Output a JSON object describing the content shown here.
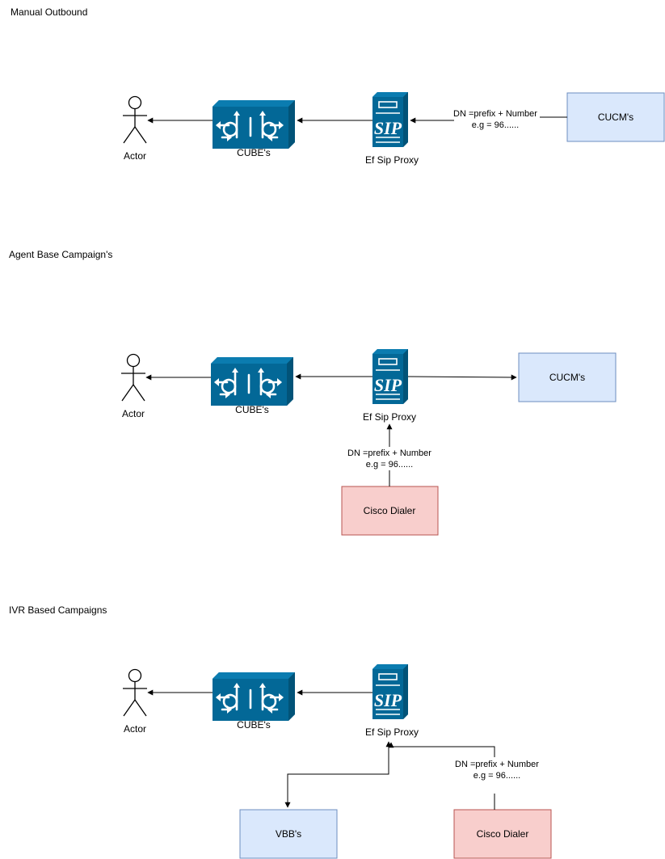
{
  "sections": [
    {
      "title": "Manual Outbound",
      "actor_label": "Actor",
      "cube_label": "CUBE's",
      "proxy_label": "Ef Sip Proxy",
      "cucm_label": "CUCM's",
      "edge_label_line1": "DN =prefix + Number",
      "edge_label_line2": "e.g = 96......"
    },
    {
      "title": "Agent Base Campaign's",
      "actor_label": "Actor",
      "cube_label": "CUBE's",
      "proxy_label": "Ef Sip Proxy",
      "cucm_label": "CUCM's",
      "dialer_label": "Cisco Dialer",
      "edge_label_line1": "DN =prefix + Number",
      "edge_label_line2": "e.g = 96......"
    },
    {
      "title": "IVR  Based Campaigns",
      "actor_label": "Actor",
      "cube_label": "CUBE's",
      "proxy_label": "Ef Sip Proxy",
      "vbb_label": "VBB's",
      "dialer_label": "Cisco Dialer",
      "edge_label_line1": "DN =prefix + Number",
      "edge_label_line2": "e.g = 96......"
    }
  ],
  "colors": {
    "cisco_blue": "#036897",
    "blue_box_fill": "#dae8fc",
    "blue_box_stroke": "#6c8ebf",
    "red_box_fill": "#f8cecc",
    "red_box_stroke": "#b85450"
  },
  "icons": [
    "actor-icon",
    "cube-router-icon",
    "sip-proxy-server-icon"
  ]
}
